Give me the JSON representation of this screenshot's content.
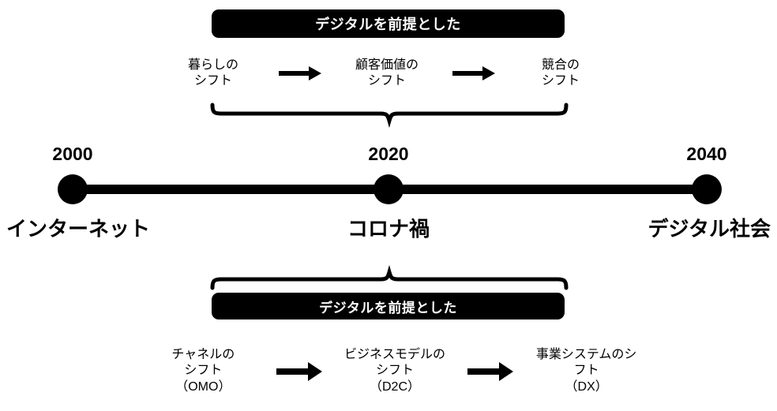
{
  "diagram": {
    "title_top_banner": "デジタルを前提とした",
    "title_bottom_banner": "デジタルを前提とした",
    "colors": {
      "ink": "#000000",
      "paper": "#ffffff",
      "banner_text": "#ffffff"
    }
  },
  "top_flow": {
    "steps": [
      {
        "label": "暮らしの\nシフト"
      },
      {
        "label": "顧客価値の\nシフト"
      },
      {
        "label": "競合の\nシフト"
      }
    ],
    "arrows": [
      {
        "icon": "arrow-right-icon"
      },
      {
        "icon": "arrow-right-icon"
      }
    ],
    "brace": {
      "icon": "curly-brace-down-icon"
    }
  },
  "timeline": {
    "nodes": [
      {
        "year": "2000",
        "label": "インターネット",
        "dot": "timeline-dot"
      },
      {
        "year": "2020",
        "label": "コロナ禍",
        "dot": "timeline-dot"
      },
      {
        "year": "2040",
        "label": "デジタル社会",
        "dot": "timeline-dot"
      }
    ]
  },
  "bottom_flow": {
    "brace": {
      "icon": "curly-brace-up-icon"
    },
    "steps": [
      {
        "label": "チャネルの\nシフト\n（OMO）"
      },
      {
        "label": "ビジネスモデルの\nシフト\n（D2C）"
      },
      {
        "label": "事業システムのシ\nフト\n（DX）"
      }
    ],
    "arrows": [
      {
        "icon": "arrow-right-icon"
      },
      {
        "icon": "arrow-right-icon"
      }
    ]
  }
}
